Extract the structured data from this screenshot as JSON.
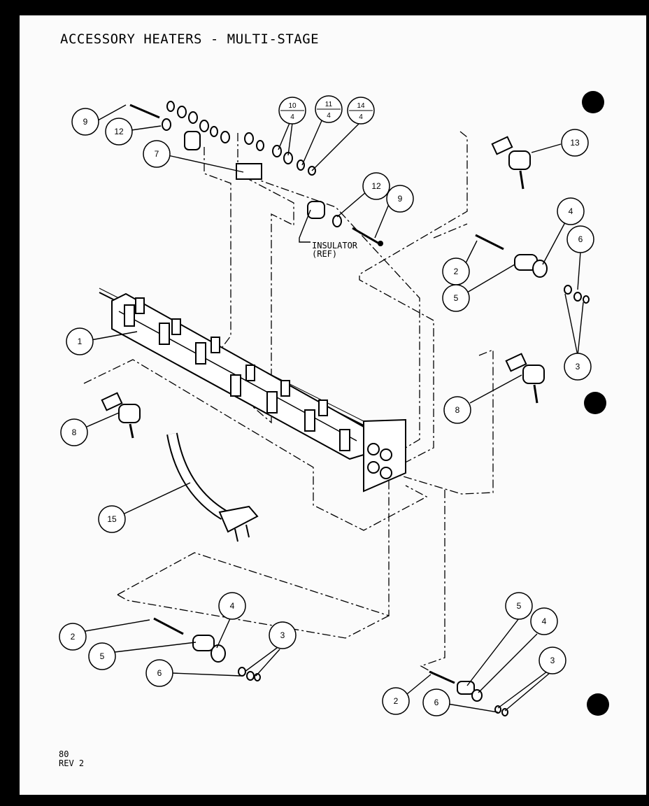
{
  "title": "ACCESSORY HEATERS - MULTI-STAGE",
  "revision": {
    "code": "80",
    "rev": "REV 2"
  },
  "insulator_label": {
    "line1": "INSULATOR",
    "line2": "(REF)"
  },
  "callouts": {
    "c9a": "9",
    "c12a": "12",
    "c7": "7",
    "c10": {
      "top": "10",
      "bottom": "4"
    },
    "c11": {
      "top": "11",
      "bottom": "4"
    },
    "c14": {
      "top": "14",
      "bottom": "4"
    },
    "c12b": "12",
    "c9b": "9",
    "c13": "13",
    "c4a": "4",
    "c6a": "6",
    "c2a": "2",
    "c5a": "5",
    "c3a": "3",
    "c1": "1",
    "c8a": "8",
    "c8b": "8",
    "c15": "15",
    "c4b": "4",
    "c3b": "3",
    "c2b": "2",
    "c5b": "5",
    "c6b": "6",
    "c5c": "5",
    "c4c": "4",
    "c3c": "3",
    "c2c": "2",
    "c6c": "6"
  }
}
